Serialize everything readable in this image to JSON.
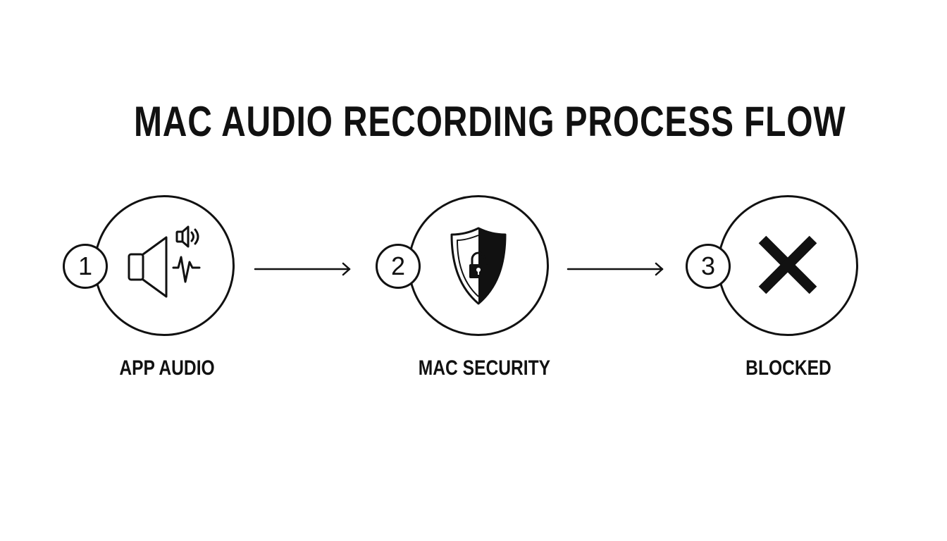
{
  "title": "MAC AUDIO RECORDING PROCESS FLOW",
  "steps": [
    {
      "number": "1",
      "label": "APP AUDIO",
      "icon": "speaker-waveform-icon"
    },
    {
      "number": "2",
      "label": "MAC SECURITY",
      "icon": "shield-lock-icon"
    },
    {
      "number": "3",
      "label": "BLOCKED",
      "icon": "x-mark-icon"
    }
  ],
  "colors": {
    "ink": "#111111",
    "background": "#ffffff"
  }
}
